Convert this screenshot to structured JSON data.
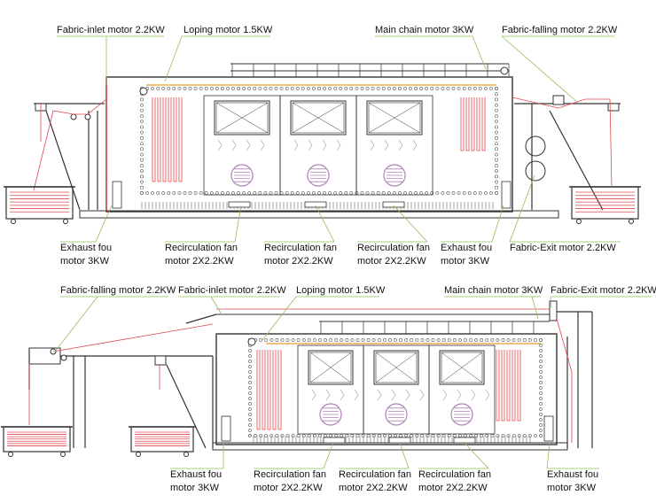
{
  "colors": {
    "frame": "#333333",
    "fabric_path": "#e0474c",
    "leader": "#8fbf5a",
    "chain": "#555555",
    "fan": "#b080b8",
    "nozzle_accent": "#e8a020"
  },
  "diagram_top": {
    "labels": {
      "fabric_inlet": "Fabric-inlet motor 2.2KW",
      "loping": "Loping motor 1.5KW",
      "main_chain": "Main chain motor 3KW",
      "fabric_falling": "Fabric-falling motor 2.2KW",
      "exhaust_left_l1": "Exhaust fou",
      "exhaust_left_l2": "motor 3KW",
      "recirc_1_l1": "Recirculation fan",
      "recirc_1_l2": "motor 2X2.2KW",
      "recirc_2_l1": "Recirculation fan",
      "recirc_2_l2": "motor 2X2.2KW",
      "recirc_3_l1": "Recirculation fan",
      "recirc_3_l2": "motor 2X2.2KW",
      "exhaust_right_l1": "Exhaust fou",
      "exhaust_right_l2": "motor 3KW",
      "fabric_exit": "Fabric-Exit motor 2.2KW"
    }
  },
  "diagram_bottom": {
    "labels": {
      "fabric_falling": "Fabric-falling motor 2.2KW",
      "fabric_inlet": "Fabric-inlet motor 2.2KW",
      "loping": "Loping motor 1.5KW",
      "main_chain": "Main chain motor 3KW",
      "fabric_exit": "Fabric-Exit motor 2.2KW",
      "exhaust_left_l1": "Exhaust fou",
      "exhaust_left_l2": "motor 3KW",
      "recirc_1_l1": "Recirculation fan",
      "recirc_1_l2": "motor 2X2.2KW",
      "recirc_2_l1": "Recirculation fan",
      "recirc_2_l2": "motor 2X2.2KW",
      "recirc_3_l1": "Recirculation fan",
      "recirc_3_l2": "motor 2X2.2KW",
      "exhaust_right_l1": "Exhaust fou",
      "exhaust_right_l2": "motor 3KW"
    }
  }
}
